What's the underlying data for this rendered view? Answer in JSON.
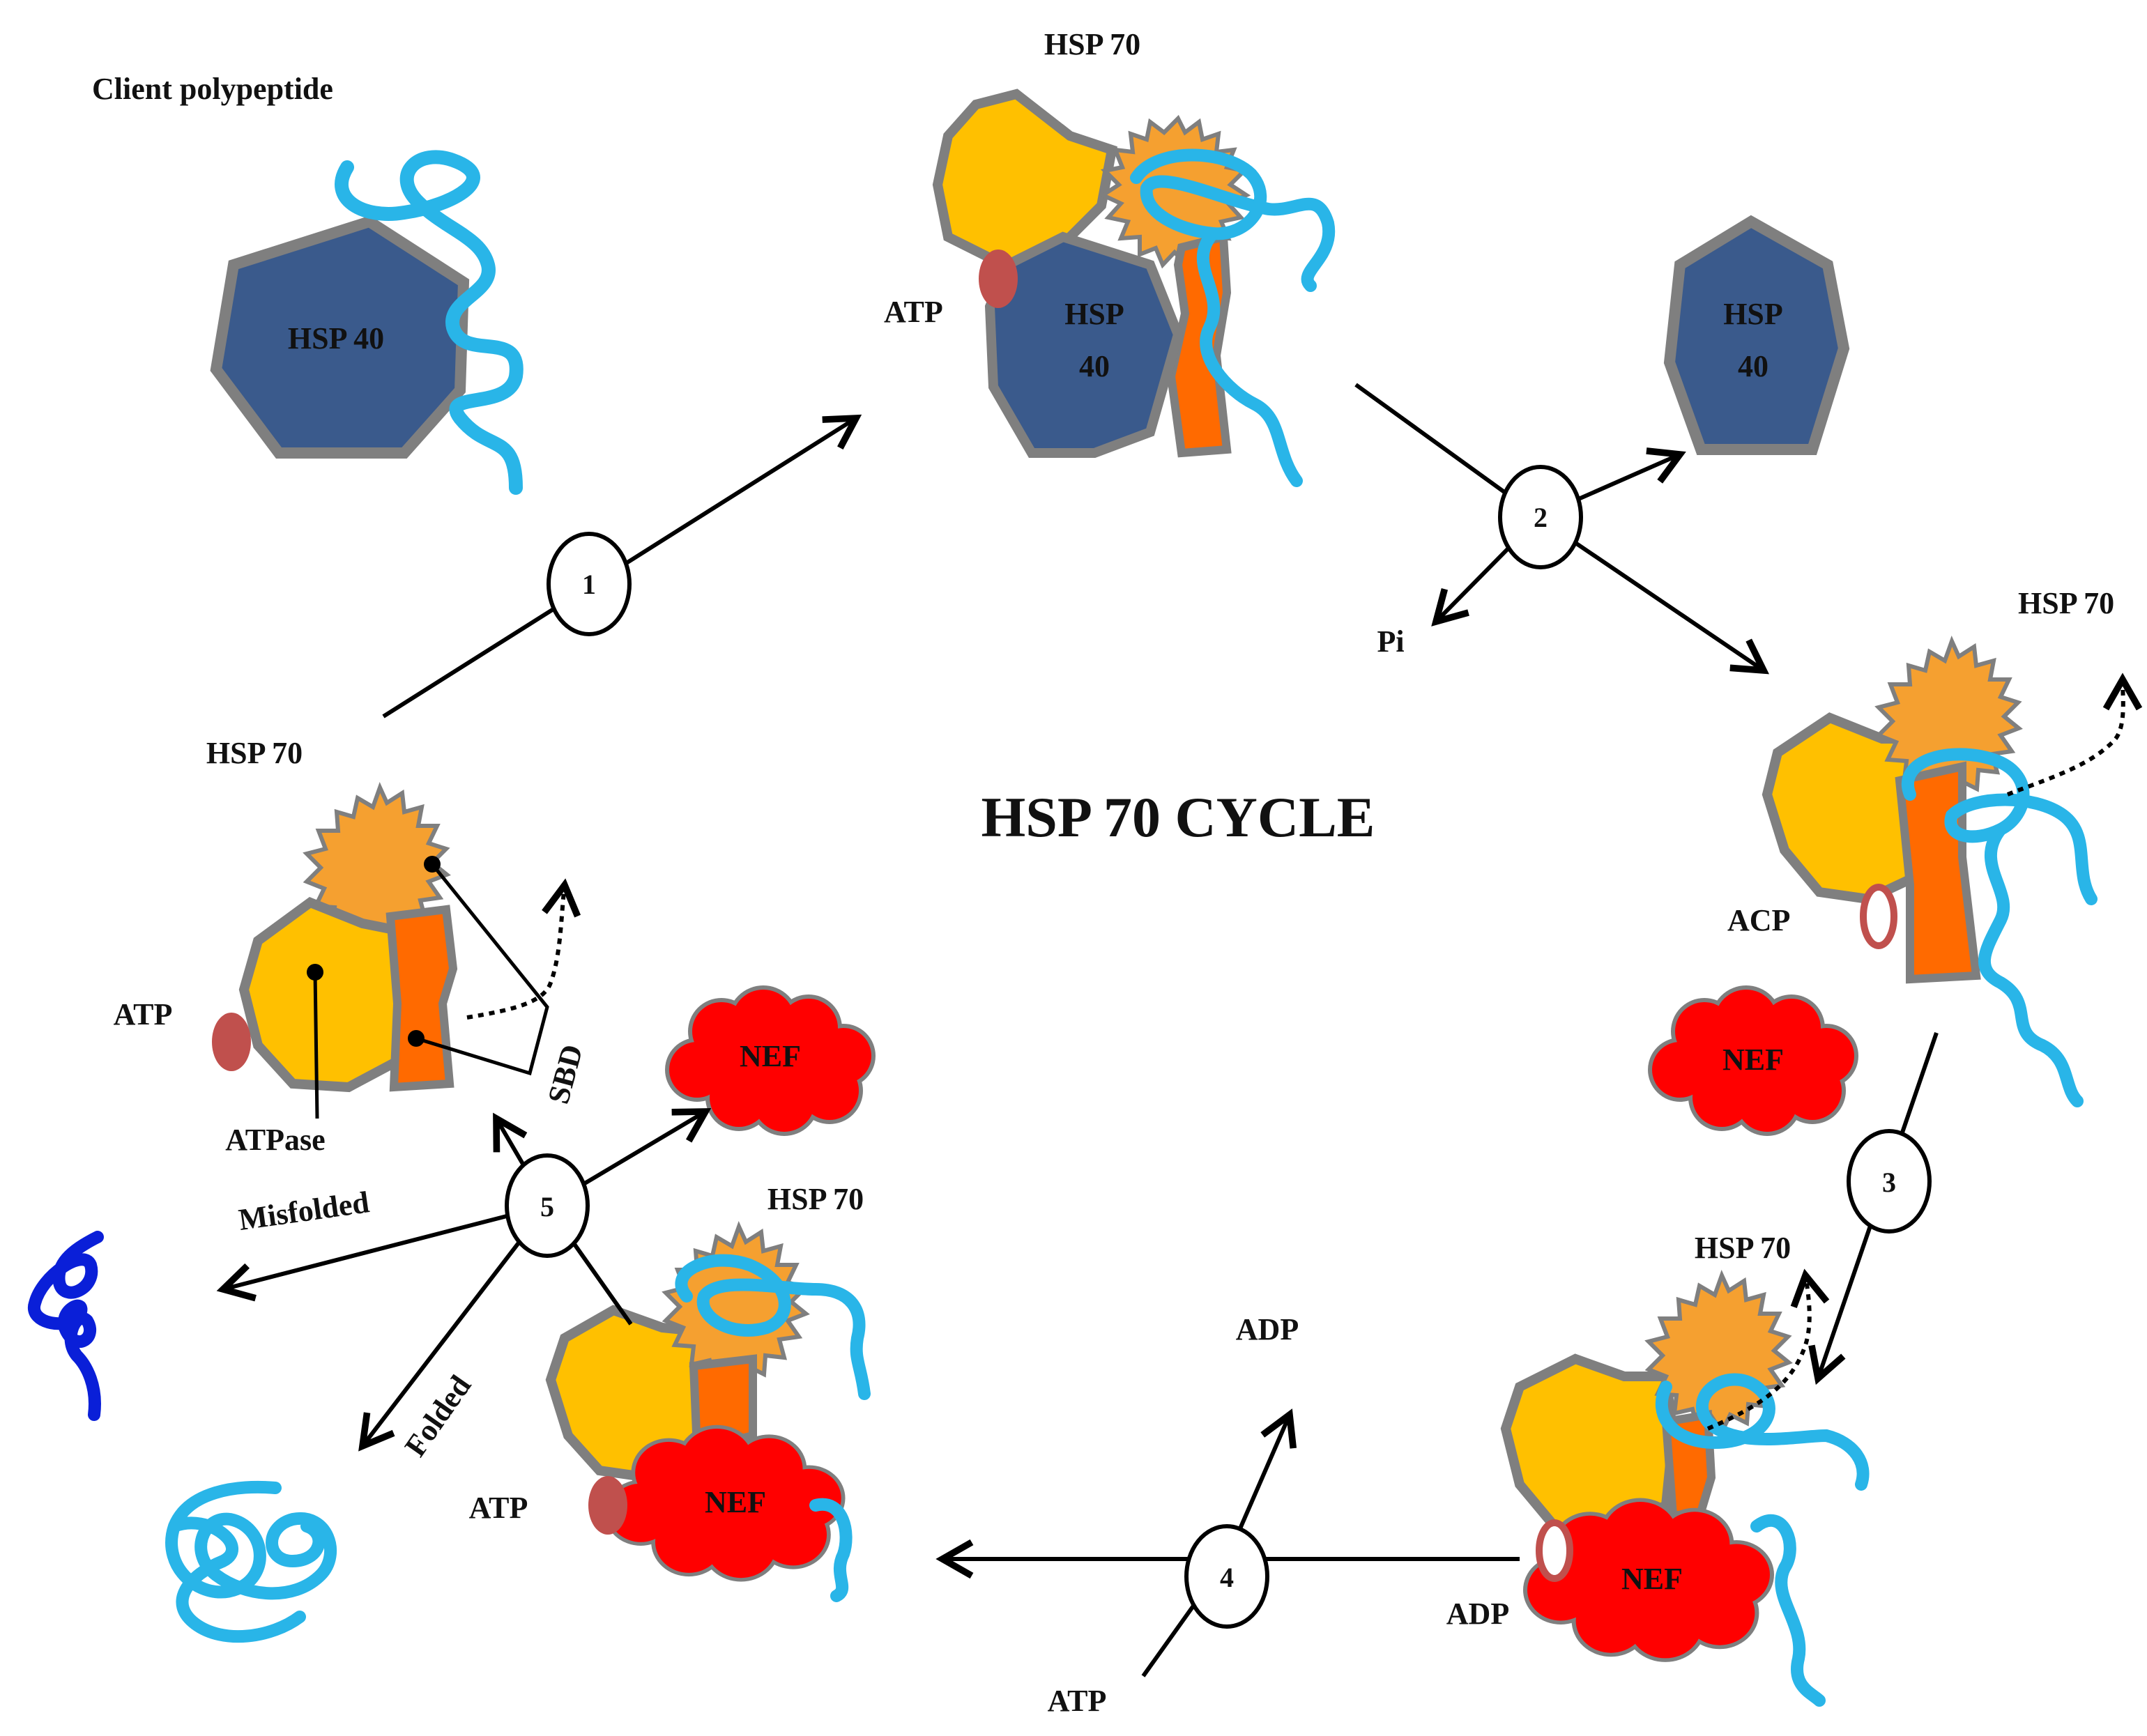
{
  "title": "HSP 70 CYCLE",
  "labels": {
    "client_polypeptide": "Client polypeptide",
    "hsp40_start": "HSP 40",
    "hsp70_top": "HSP 70",
    "atp_top": "ATP",
    "hsp40_complex_l1": "HSP",
    "hsp40_complex_l2": "40",
    "hsp40_released_l1": "HSP",
    "hsp40_released_l2": "40",
    "pi": "Pi",
    "hsp70_right": "HSP 70",
    "acp": "ACP",
    "nef_right": "NEF",
    "hsp70_bottom_right": "HSP 70",
    "nef_bottom_right": "NEF",
    "adp_complex": "ADP",
    "adp_released": "ADP",
    "atp_bottom": "ATP",
    "hsp70_bottom_left": "HSP 70",
    "nef_bottom_left": "NEF",
    "atp_bottom_left": "ATP",
    "nef_left": "NEF",
    "hsp70_left": "HSP 70",
    "atp_left": "ATP",
    "atpase": "ATPase",
    "sbd": "SBD",
    "misfolded": "Misfolded",
    "folded": "Folded"
  },
  "steps": [
    "1",
    "2",
    "3",
    "4",
    "5"
  ],
  "colors": {
    "hsp40": "#3a5a8c",
    "atpase_domain": "#ffc000",
    "sbd_lid": "#f5a030",
    "sbd_base": "#ff6a00",
    "nef": "#ff0000",
    "atp_marker": "#c0504d",
    "client_chain": "#29b5e8",
    "misfolded_chain": "#0a1fd8",
    "outline": "#7f7f7f"
  }
}
